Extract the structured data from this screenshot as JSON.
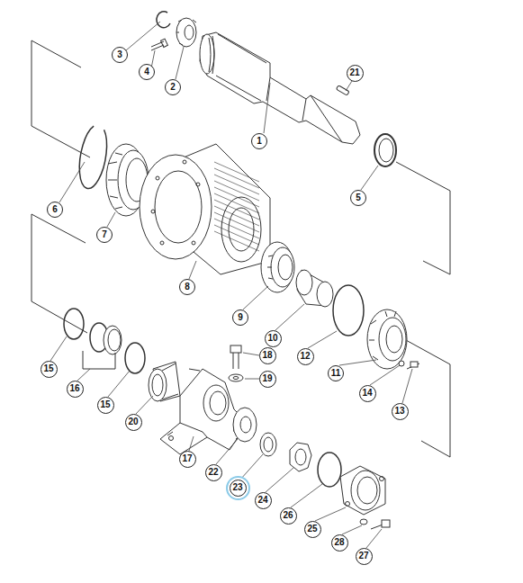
{
  "diagram": {
    "nodes": [
      {
        "text": [
          "3"
        ]
      },
      {
        "text": [
          "4"
        ]
      },
      {
        "text": [
          "2"
        ]
      },
      {
        "text": [
          "21"
        ]
      },
      {
        "text": [
          "1"
        ]
      },
      {
        "text": [
          "6"
        ]
      },
      {
        "text": [
          "5"
        ]
      },
      {
        "text": [
          "7"
        ]
      },
      {
        "text": [
          "8"
        ]
      },
      {
        "text": [
          "9"
        ]
      },
      {
        "text": [
          "10"
        ]
      },
      {
        "text": [
          "12"
        ]
      },
      {
        "text": [
          "11"
        ]
      },
      {
        "text": [
          "15"
        ]
      },
      {
        "text": [
          "16"
        ]
      },
      {
        "text": [
          "15"
        ]
      },
      {
        "text": [
          "14"
        ]
      },
      {
        "text": [
          "18"
        ]
      },
      {
        "text": [
          "13"
        ]
      },
      {
        "text": [
          "20"
        ]
      },
      {
        "text": [
          "19"
        ]
      },
      {
        "text": [
          "17"
        ]
      },
      {
        "text": [
          "22"
        ]
      },
      {
        "text": [
          "23"
        ]
      },
      {
        "text": [
          "24"
        ]
      },
      {
        "text": [
          "26"
        ]
      },
      {
        "text": [
          "25"
        ]
      },
      {
        "text": [
          "28"
        ]
      },
      {
        "text": [
          "27"
        ]
      }
    ]
  }
}
